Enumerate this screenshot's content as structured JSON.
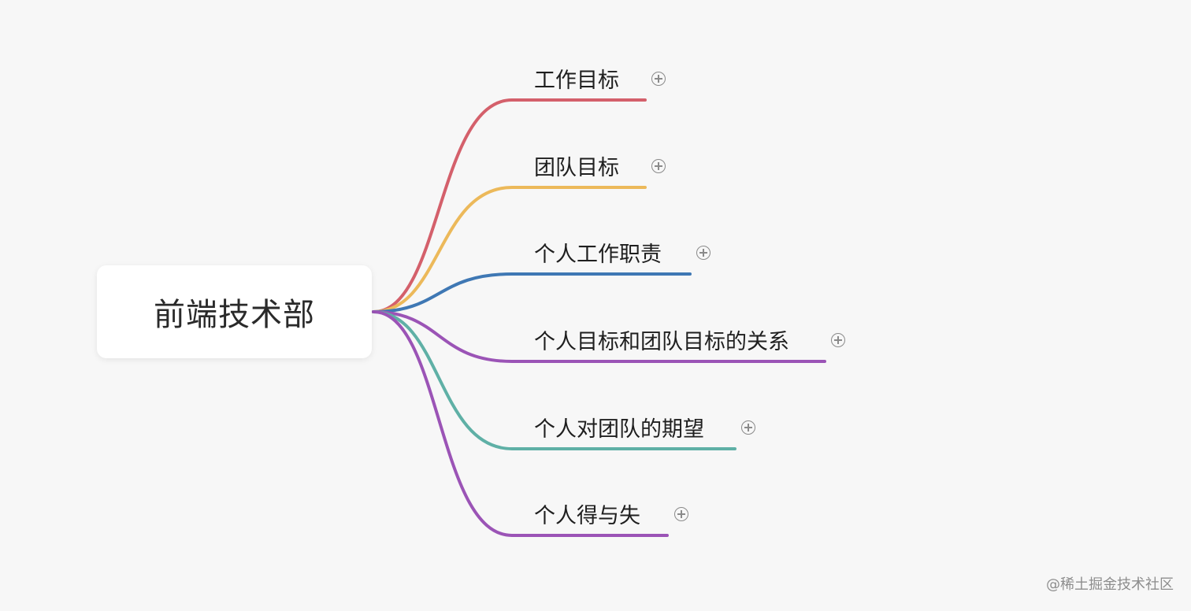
{
  "root": {
    "label": "前端技术部"
  },
  "branches": [
    {
      "label": "工作目标",
      "color": "#d4606b"
    },
    {
      "label": "团队目标",
      "color": "#ecb95a"
    },
    {
      "label": "个人工作职责",
      "color": "#3f78b4"
    },
    {
      "label": "个人目标和团队目标的关系",
      "color": "#9b54b6"
    },
    {
      "label": "个人对团队的期望",
      "color": "#5fb0a6"
    },
    {
      "label": "个人得与失",
      "color": "#9b54b6"
    }
  ],
  "icons": {
    "expand": "plus-circle-icon"
  },
  "watermark": "@稀土掘金技术社区"
}
